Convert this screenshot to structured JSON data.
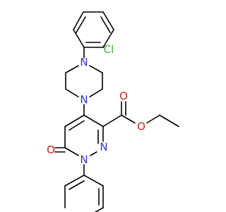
{
  "atoms": {
    "Cl": {
      "text": "Cl",
      "color": "#33aa33"
    },
    "N_piperazine_top": {
      "text": "N",
      "color": "#3333cc"
    },
    "N_piperazine_bottom": {
      "text": "N",
      "color": "#3333cc"
    },
    "O_ester_carbonyl": {
      "text": "O",
      "color": "#cc2222"
    },
    "O_ester_ether": {
      "text": "O",
      "color": "#cc2222"
    },
    "O_keto": {
      "text": "O",
      "color": "#cc2222"
    },
    "N_ring_1": {
      "text": "N",
      "color": "#3333cc"
    },
    "N_ring_2": {
      "text": "N",
      "color": "#3333cc"
    }
  }
}
